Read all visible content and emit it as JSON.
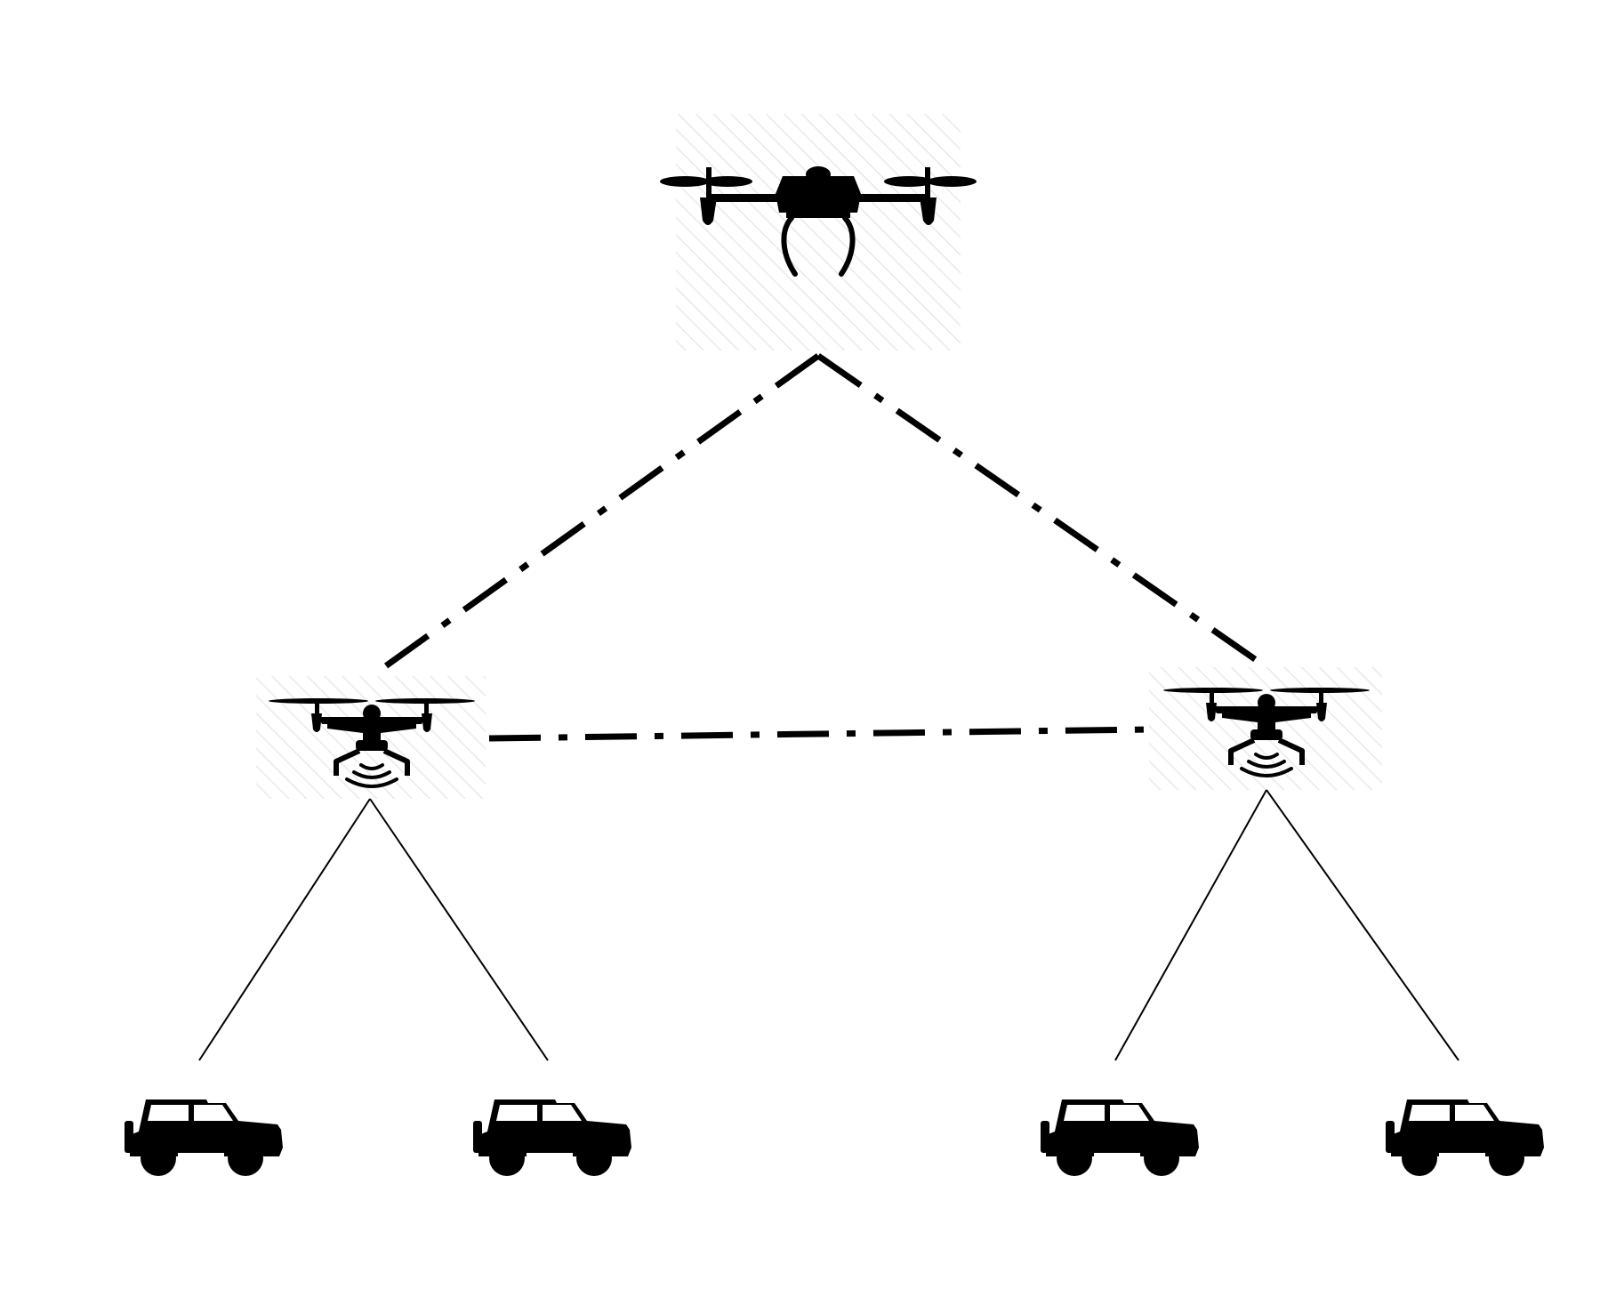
{
  "diagram": {
    "nodes": [
      {
        "id": "uav-top",
        "kind": "quadcopter-large",
        "icon": "drone-icon"
      },
      {
        "id": "uav-left",
        "kind": "quadcopter-relay",
        "icon": "drone-signal-icon"
      },
      {
        "id": "uav-right",
        "kind": "quadcopter-relay",
        "icon": "drone-signal-icon"
      },
      {
        "id": "vehicle-1",
        "kind": "vehicle",
        "icon": "suv-icon"
      },
      {
        "id": "vehicle-2",
        "kind": "vehicle",
        "icon": "suv-icon"
      },
      {
        "id": "vehicle-3",
        "kind": "vehicle",
        "icon": "suv-icon"
      },
      {
        "id": "vehicle-4",
        "kind": "vehicle",
        "icon": "suv-icon"
      }
    ],
    "edges": [
      {
        "from": "uav-top",
        "to": "uav-left",
        "style": "dash-dot"
      },
      {
        "from": "uav-top",
        "to": "uav-right",
        "style": "dash-dot"
      },
      {
        "from": "uav-left",
        "to": "uav-right",
        "style": "dash-dot"
      },
      {
        "from": "uav-left",
        "to": "vehicle-1",
        "style": "solid-thin"
      },
      {
        "from": "uav-left",
        "to": "vehicle-2",
        "style": "solid-thin"
      },
      {
        "from": "uav-right",
        "to": "vehicle-3",
        "style": "solid-thin"
      },
      {
        "from": "uav-right",
        "to": "vehicle-4",
        "style": "solid-thin"
      }
    ],
    "colors": {
      "ink": "#000000",
      "background": "#ffffff",
      "hatch": "#ececec"
    }
  }
}
